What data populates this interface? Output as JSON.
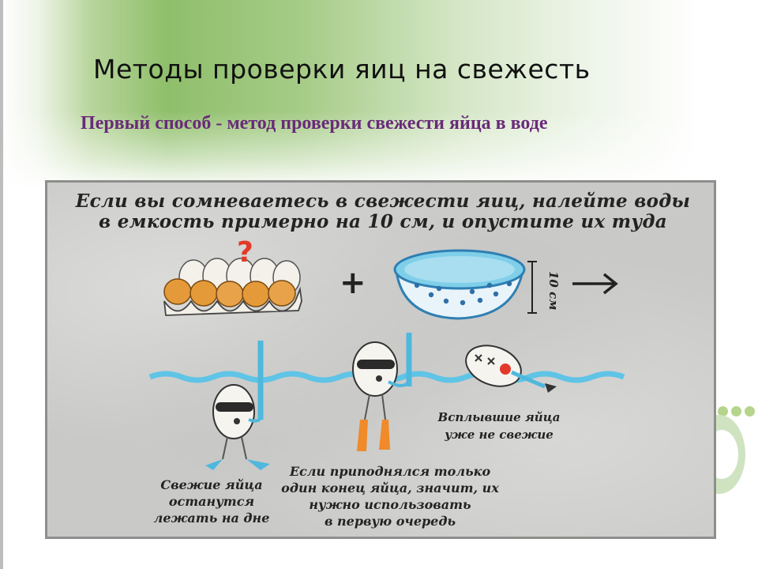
{
  "slide": {
    "title": "Методы проверки яиц на свежесть",
    "subtitle": "Первый способ - метод проверки свежести яйца в воде"
  },
  "illustration": {
    "intro": [
      "Если вы сомневаетесь в свежести яиц, налейте воды",
      "в емкость примерно на 10 см, и опустите их туда"
    ],
    "question_mark": "?",
    "plus_sign": "+",
    "depth_label": "10 см",
    "labels": {
      "floating": [
        "Всплывшие яйца",
        "уже не свежие"
      ],
      "fresh": [
        "Свежие яйца",
        "останутся",
        "лежать на дне"
      ],
      "use_first": [
        "Если приподнялся только",
        "один конец яйца, значит, их",
        "нужно использовать",
        "в первую очередь"
      ]
    }
  },
  "colors": {
    "title": "#111111",
    "subtitle": "#6a2a7a",
    "green_band": "#8fbf6a",
    "water": "#5fc4e6",
    "egg_yolk": "#e59a3a",
    "fins_blue": "#4fb8dd",
    "fins_orange": "#f08a2a"
  }
}
